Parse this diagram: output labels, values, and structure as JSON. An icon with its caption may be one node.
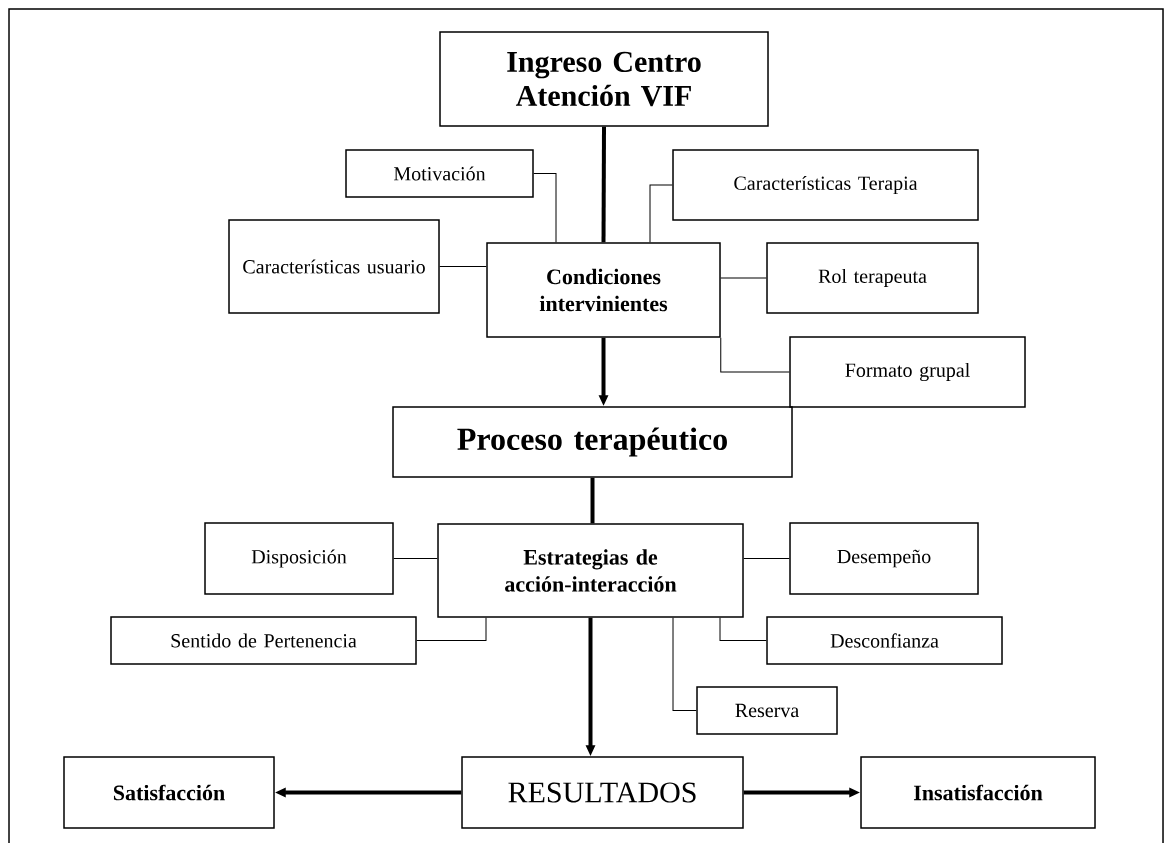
{
  "diagram": {
    "nodes": [
      {
        "text": [
          "Ingreso Centro Atención VIF"
        ]
      },
      {
        "text": [
          "Motivación"
        ]
      },
      {
        "text": [
          "Características Terapia"
        ]
      },
      {
        "text": [
          "Características usuario"
        ]
      },
      {
        "text": [
          "Condiciones intervinientes"
        ]
      },
      {
        "text": [
          "Rol terapeuta"
        ]
      },
      {
        "text": [
          "Formato grupal"
        ]
      },
      {
        "text": [
          "Proceso terapéutico"
        ]
      },
      {
        "text": [
          "Disposición"
        ]
      },
      {
        "text": [
          "Estrategias de acción-interacción"
        ]
      },
      {
        "text": [
          "Desempeño"
        ]
      },
      {
        "text": [
          "Sentido de Pertenencia"
        ]
      },
      {
        "text": [
          "Desconfianza"
        ]
      },
      {
        "text": [
          "Reserva"
        ]
      },
      {
        "text": [
          "Satisfacción"
        ]
      },
      {
        "text": [
          "RESULTADOS"
        ]
      },
      {
        "text": [
          "Insatisfacción"
        ]
      }
    ],
    "edges": [
      {
        "from": 0,
        "to": 4,
        "arrow": "none",
        "style": "thick"
      },
      {
        "from": 4,
        "to": 7,
        "arrow": "to",
        "style": "thick"
      },
      {
        "from": 7,
        "to": 9,
        "arrow": "none",
        "style": "thick"
      },
      {
        "from": 9,
        "to": 15,
        "arrow": "to",
        "style": "thick"
      },
      {
        "from": 15,
        "to": 14,
        "arrow": "to",
        "style": "thick"
      },
      {
        "from": 15,
        "to": 16,
        "arrow": "to",
        "style": "thick"
      },
      {
        "from": 1,
        "to": 4,
        "arrow": "none"
      },
      {
        "from": 2,
        "to": 4,
        "arrow": "none"
      },
      {
        "from": 3,
        "to": 4,
        "arrow": "none"
      },
      {
        "from": 5,
        "to": 4,
        "arrow": "none"
      },
      {
        "from": 6,
        "to": 4,
        "arrow": "none"
      },
      {
        "from": 8,
        "to": 9,
        "arrow": "none"
      },
      {
        "from": 10,
        "to": 9,
        "arrow": "none"
      },
      {
        "from": 11,
        "to": 9,
        "arrow": "none"
      },
      {
        "from": 12,
        "to": 9,
        "arrow": "none"
      },
      {
        "from": 13,
        "to": 9,
        "arrow": "none"
      }
    ]
  }
}
